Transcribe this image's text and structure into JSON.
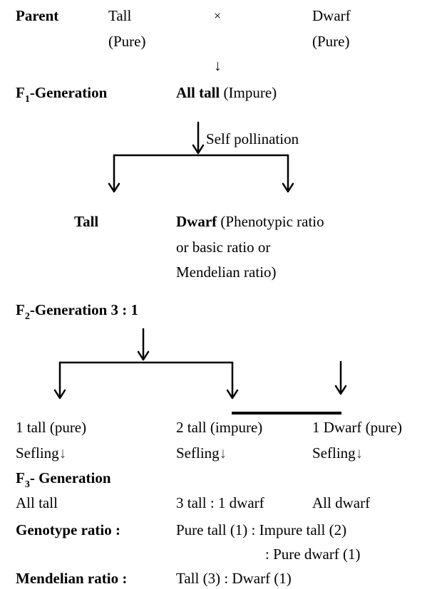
{
  "colors": {
    "ink": "#000000",
    "down_arrow_glyph": "#4a4a4a"
  },
  "parent": {
    "label": "Parent",
    "tall": "Tall",
    "tall_note": "(Pure)",
    "cross": "×",
    "dwarf": "Dwarf",
    "dwarf_note": "(Pure)",
    "down_arrow": "↓"
  },
  "f1": {
    "label_prefix": "F",
    "label_sub": "1",
    "label_suffix": "-Generation",
    "result_bold": "All tall",
    "result_note": " (Impure)",
    "arrow_label": "Self pollination"
  },
  "f1_offspring": {
    "tall": "Tall",
    "dwarf_bold": "Dwarf",
    "dwarf_note_line1": " (Phenotypic ratio",
    "dwarf_note_line2": "or basic ratio or",
    "dwarf_note_line3": "Mendelian ratio)"
  },
  "f2": {
    "label_prefix": "F",
    "label_sub": "2",
    "label_suffix": "-Generation  3 : 1"
  },
  "f2_offspring": [
    {
      "text": "1 tall (pure)",
      "selfing": "Sefling",
      "arrow": "↓",
      "f3_result": "All tall"
    },
    {
      "text": "2 tall (impure)",
      "selfing": "Sefling",
      "arrow": "↓",
      "f3_result": "3 tall : 1 dwarf"
    },
    {
      "text": "1 Dwarf (pure)",
      "selfing": "Sefling",
      "arrow": "↓",
      "f3_result": "All dwarf"
    }
  ],
  "f3": {
    "label_prefix": "F",
    "label_sub": "3",
    "label_suffix": "- Generation"
  },
  "genotype": {
    "label": "Genotype ratio :",
    "line1": "Pure tall (1) : Impure tall (2)",
    "line2": ": Pure dwarf (1)"
  },
  "mendelian": {
    "label": "Mendelian ratio :",
    "value": "Tall (3) : Dwarf (1)"
  }
}
